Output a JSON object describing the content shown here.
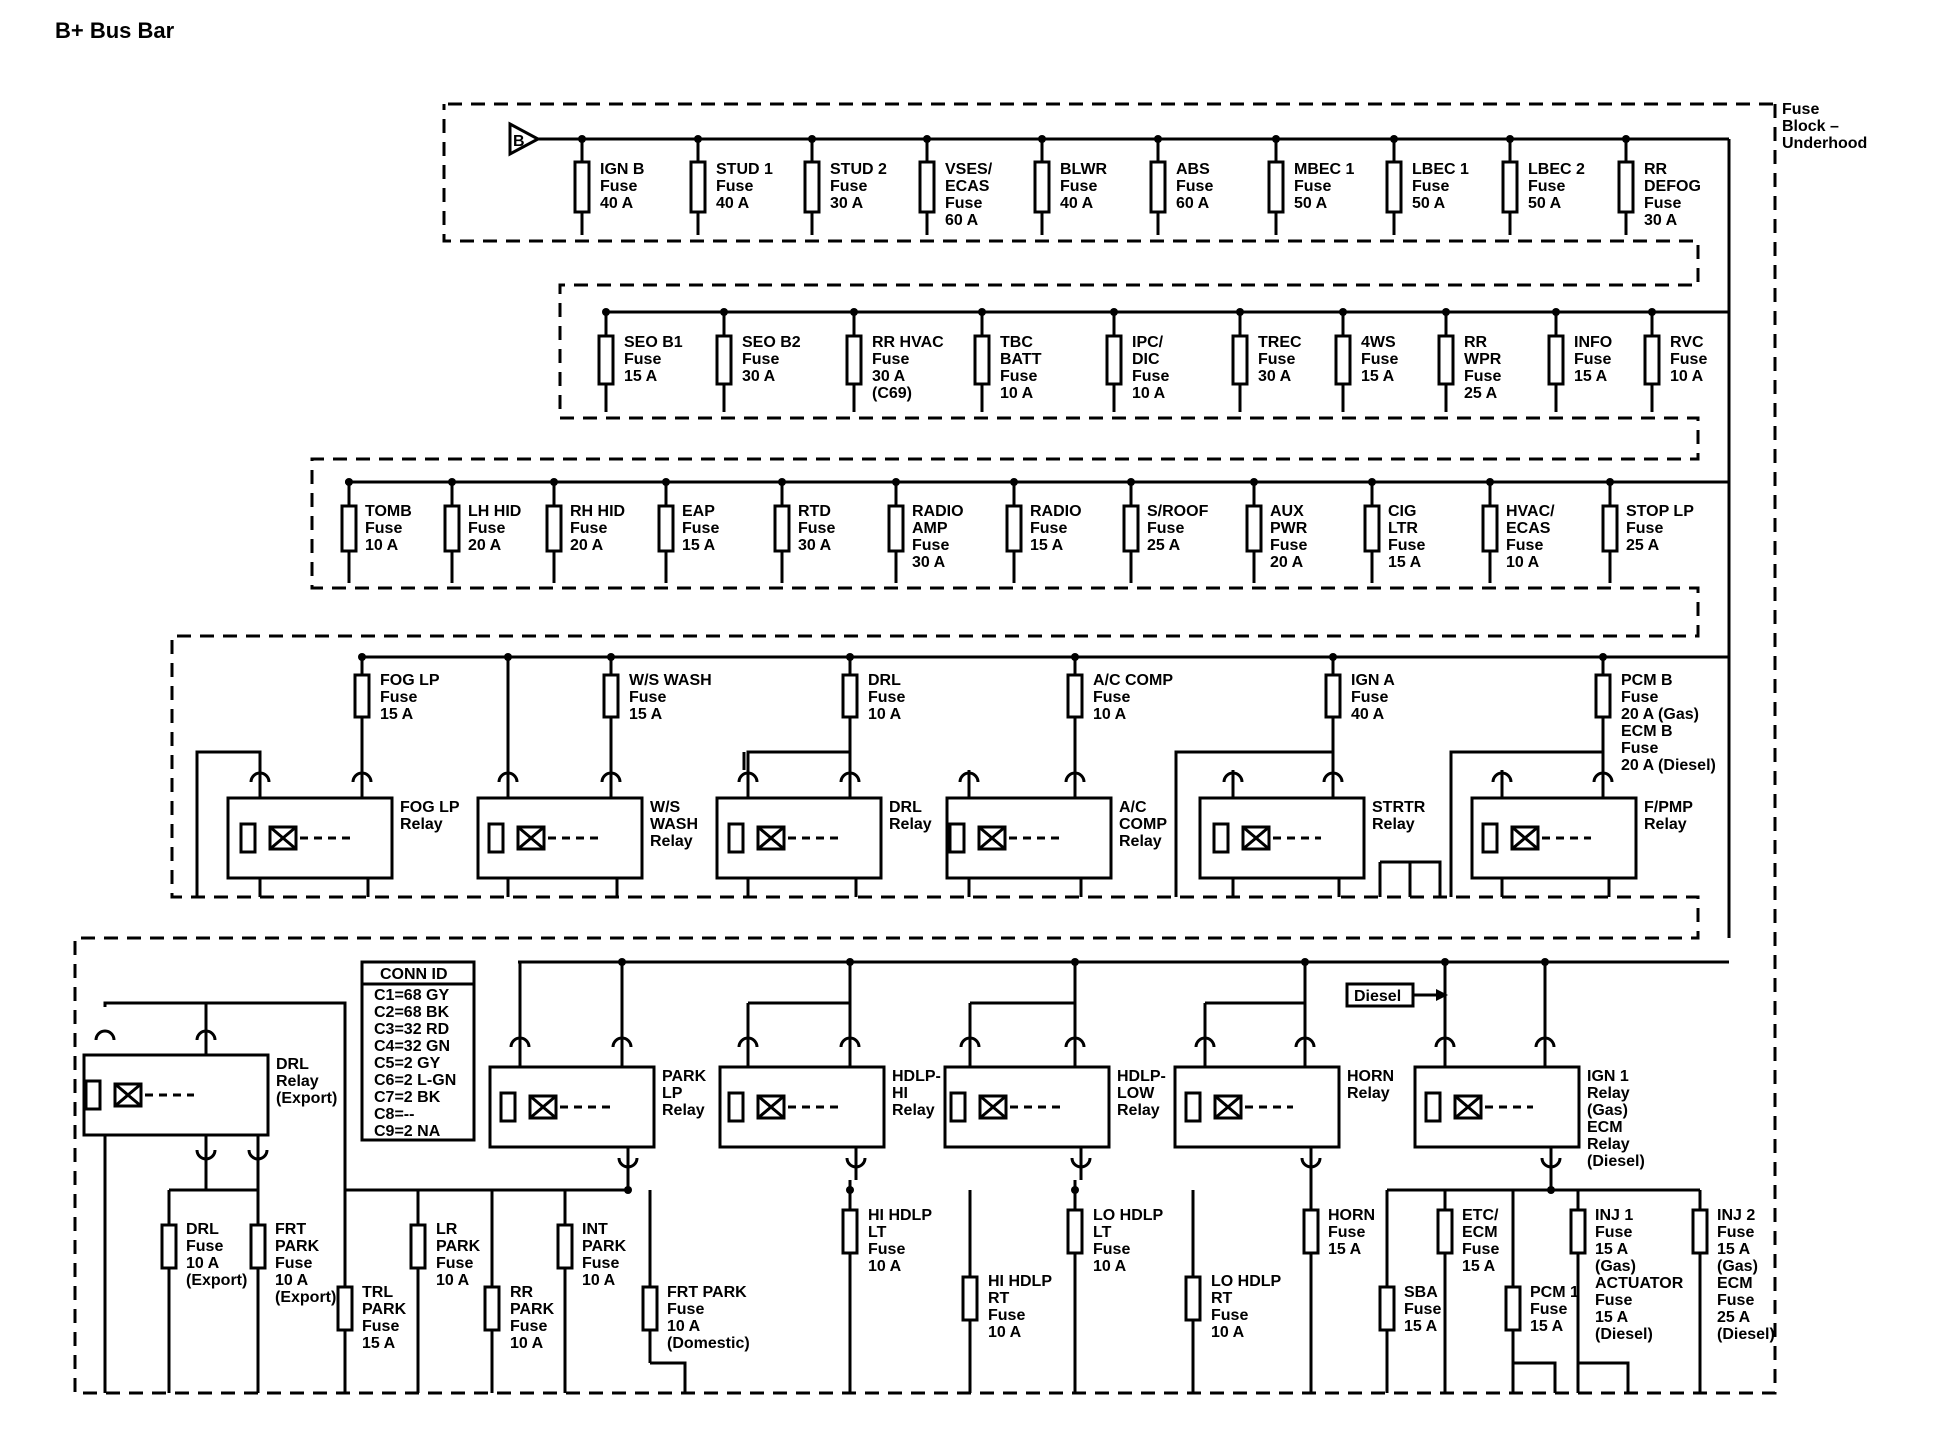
{
  "title": "B+ Bus Bar",
  "block_label": [
    "Fuse",
    "Block –",
    "Underhood"
  ],
  "bus_symbol": "B",
  "row1": [
    {
      "lines": [
        "IGN B",
        "Fuse",
        "40 A"
      ]
    },
    {
      "lines": [
        "STUD 1",
        "Fuse",
        "40 A"
      ]
    },
    {
      "lines": [
        "STUD 2",
        "Fuse",
        "30 A"
      ]
    },
    {
      "lines": [
        "VSES/",
        "ECAS",
        "Fuse",
        "60 A"
      ]
    },
    {
      "lines": [
        "BLWR",
        "Fuse",
        "40 A"
      ]
    },
    {
      "lines": [
        "ABS",
        "Fuse",
        "60 A"
      ]
    },
    {
      "lines": [
        "MBEC 1",
        "Fuse",
        "50 A"
      ]
    },
    {
      "lines": [
        "LBEC 1",
        "Fuse",
        "50 A"
      ]
    },
    {
      "lines": [
        "LBEC 2",
        "Fuse",
        "50 A"
      ]
    },
    {
      "lines": [
        "RR",
        "DEFOG",
        "Fuse",
        "30 A"
      ]
    }
  ],
  "row2": [
    {
      "lines": [
        "SEO B1",
        "Fuse",
        "15 A"
      ]
    },
    {
      "lines": [
        "SEO B2",
        "Fuse",
        "30 A"
      ]
    },
    {
      "lines": [
        "RR HVAC",
        "Fuse",
        "30 A",
        "(C69)"
      ]
    },
    {
      "lines": [
        "TBC",
        "BATT",
        "Fuse",
        "10 A"
      ]
    },
    {
      "lines": [
        "IPC/",
        "DIC",
        "Fuse",
        "10 A"
      ]
    },
    {
      "lines": [
        "TREC",
        "Fuse",
        "30 A"
      ]
    },
    {
      "lines": [
        "4WS",
        "Fuse",
        "15 A"
      ]
    },
    {
      "lines": [
        "RR",
        "WPR",
        "Fuse",
        "25 A"
      ]
    },
    {
      "lines": [
        "INFO",
        "Fuse",
        "15 A"
      ]
    },
    {
      "lines": [
        "RVC",
        "Fuse",
        "10 A"
      ]
    }
  ],
  "row3": [
    {
      "lines": [
        "TOMB",
        "Fuse",
        "10 A"
      ]
    },
    {
      "lines": [
        "LH HID",
        "Fuse",
        "20 A"
      ]
    },
    {
      "lines": [
        "RH HID",
        "Fuse",
        "20 A"
      ]
    },
    {
      "lines": [
        "EAP",
        "Fuse",
        "15 A"
      ]
    },
    {
      "lines": [
        "RTD",
        "Fuse",
        "30 A"
      ]
    },
    {
      "lines": [
        "RADIO",
        "AMP",
        "Fuse",
        "30 A"
      ]
    },
    {
      "lines": [
        "RADIO",
        "Fuse",
        "15 A"
      ]
    },
    {
      "lines": [
        "S/ROOF",
        "Fuse",
        "25 A"
      ]
    },
    {
      "lines": [
        "AUX",
        "PWR",
        "Fuse",
        "20 A"
      ]
    },
    {
      "lines": [
        "CIG",
        "LTR",
        "Fuse",
        "15 A"
      ]
    },
    {
      "lines": [
        "HVAC/",
        "ECAS",
        "Fuse",
        "10 A"
      ]
    },
    {
      "lines": [
        "STOP LP",
        "Fuse",
        "25 A"
      ]
    }
  ],
  "row4_fuses": [
    {
      "lines": [
        "FOG LP",
        "Fuse",
        "15 A"
      ]
    },
    {
      "lines": [
        "W/S WASH",
        "Fuse",
        "15 A"
      ]
    },
    {
      "lines": [
        "DRL",
        "Fuse",
        "10 A"
      ]
    },
    {
      "lines": [
        "A/C COMP",
        "Fuse",
        "10 A"
      ]
    },
    {
      "lines": [
        "IGN A",
        "Fuse",
        "40 A"
      ]
    },
    {
      "lines": [
        "PCM B",
        "Fuse",
        "20 A (Gas)",
        "ECM B",
        "Fuse",
        "20 A (Diesel)"
      ]
    }
  ],
  "row4_relays": [
    {
      "lines": [
        "FOG LP",
        "Relay"
      ]
    },
    {
      "lines": [
        "W/S",
        "WASH",
        "Relay"
      ]
    },
    {
      "lines": [
        "DRL",
        "Relay"
      ]
    },
    {
      "lines": [
        "A/C",
        "COMP",
        "Relay"
      ]
    },
    {
      "lines": [
        "STRTR",
        "Relay"
      ]
    },
    {
      "lines": [
        "F/PMP",
        "Relay"
      ]
    }
  ],
  "row5_relays": [
    {
      "lines": [
        "DRL",
        "Relay",
        "(Export)"
      ]
    },
    {
      "lines": [
        "PARK",
        "LP",
        "Relay"
      ]
    },
    {
      "lines": [
        "HDLP-",
        "HI",
        "Relay"
      ]
    },
    {
      "lines": [
        "HDLP-",
        "LOW",
        "Relay"
      ]
    },
    {
      "lines": [
        "HORN",
        "Relay"
      ]
    },
    {
      "lines": [
        "IGN 1",
        "Relay",
        "(Gas)",
        "ECM",
        "Relay",
        "(Diesel)"
      ]
    }
  ],
  "row5_fuses": [
    {
      "lines": [
        "DRL",
        "Fuse",
        "10 A",
        "(Export)"
      ]
    },
    {
      "lines": [
        "FRT",
        "PARK",
        "Fuse",
        "10 A",
        "(Export)"
      ]
    },
    {
      "lines": [
        "TRL",
        "PARK",
        "Fuse",
        "15 A"
      ]
    },
    {
      "lines": [
        "LR",
        "PARK",
        "Fuse",
        "10 A"
      ]
    },
    {
      "lines": [
        "RR",
        "PARK",
        "Fuse",
        "10 A"
      ]
    },
    {
      "lines": [
        "INT",
        "PARK",
        "Fuse",
        "10 A"
      ]
    },
    {
      "lines": [
        "FRT PARK",
        "Fuse",
        "10 A",
        "(Domestic)"
      ]
    },
    {
      "lines": [
        "HI HDLP",
        "LT",
        "Fuse",
        "10 A"
      ]
    },
    {
      "lines": [
        "HI HDLP",
        "RT",
        "Fuse",
        "10 A"
      ]
    },
    {
      "lines": [
        "LO HDLP",
        "LT",
        "Fuse",
        "10 A"
      ]
    },
    {
      "lines": [
        "LO HDLP",
        "RT",
        "Fuse",
        "10 A"
      ]
    },
    {
      "lines": [
        "HORN",
        "Fuse",
        "15 A"
      ]
    },
    {
      "lines": [
        "SBA",
        "Fuse",
        "15 A"
      ]
    },
    {
      "lines": [
        "ETC/",
        "ECM",
        "Fuse",
        "15 A"
      ]
    },
    {
      "lines": [
        "PCM 1",
        "Fuse",
        "15 A"
      ]
    },
    {
      "lines": [
        "INJ 1",
        "Fuse",
        "15 A",
        "(Gas)",
        "ACTUATOR",
        "Fuse",
        "15 A",
        "(Diesel)"
      ]
    },
    {
      "lines": [
        "INJ 2",
        "Fuse",
        "15 A",
        "(Gas)",
        "ECM",
        "Fuse",
        "25 A",
        "(Diesel)"
      ]
    }
  ],
  "conn_id": {
    "header": "CONN ID",
    "rows": [
      "C1=68 GY",
      "C2=68 BK",
      "C3=32 RD",
      "C4=32 GN",
      "C5=2 GY",
      "C6=2 L-GN",
      "C7=2 BK",
      "C8=--",
      "C9=2 NA"
    ]
  },
  "diesel_label": "Diesel"
}
